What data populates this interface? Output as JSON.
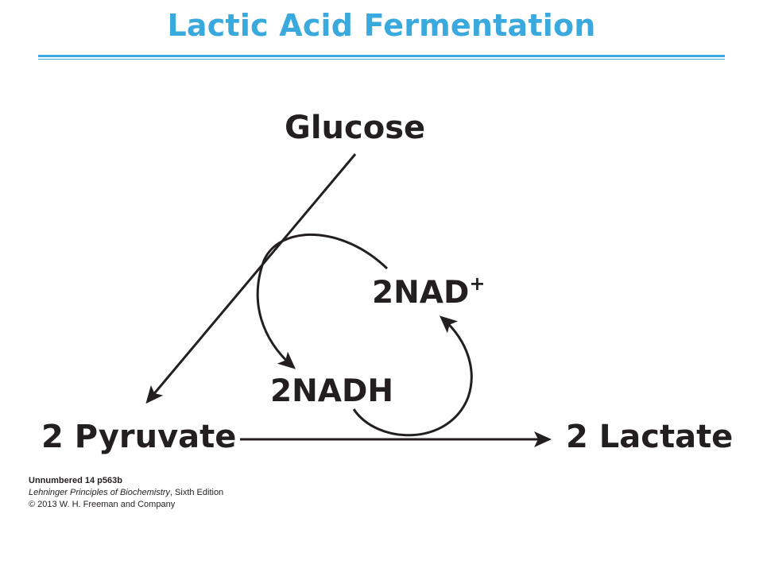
{
  "slide": {
    "title": "Lactic Acid Fermentation"
  },
  "diagram": {
    "nodes": {
      "glucose": "Glucose",
      "pyruvate": "2 Pyruvate",
      "lactate": "2 Lactate",
      "nadh": "2NADH",
      "nad": "2NAD",
      "nad_charge": "+"
    },
    "colors": {
      "title": "#3aa9dd",
      "rule": "#3aa9dd",
      "ink": "#231f20"
    }
  },
  "caption": {
    "line1": "Unnumbered 14 p563b",
    "line2_book": "Lehninger Principles of Biochemistry",
    "line2_rest": ", Sixth Edition",
    "line3": "© 2013 W. H. Freeman and Company"
  }
}
